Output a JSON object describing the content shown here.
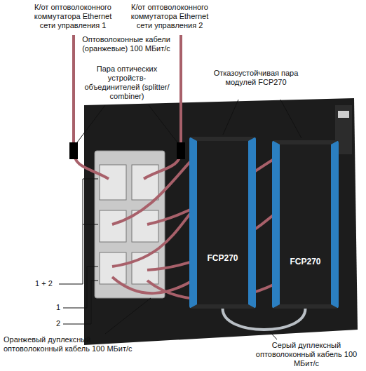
{
  "diagram": {
    "nodes": [
      {
        "text": [
          "FCP270"
        ]
      },
      {
        "text": [
          "FCP270"
        ]
      }
    ],
    "edges": [
      {
        "from": 0,
        "to": 1,
        "arrow": "none"
      }
    ],
    "labels": [
      "К/от оптоволоконного коммутатора Ethernet сети управления 1",
      "К/от оптоволоконного коммутатора Ethernet сети управления 2",
      "Оптоволоконные кабели (оранжевые) 100 МБит/с",
      "Пара оптических устройств-объединителей (splitter/ combiner)",
      "Отказоустойчивая пара модулей FCP270",
      "1 + 2",
      "1",
      "2",
      "Оранжевый дуплексный оптоволоконный кабель 100 МБит/с",
      "Серый дуплексный оптоволоконный кабель 100 МБит/с"
    ]
  }
}
